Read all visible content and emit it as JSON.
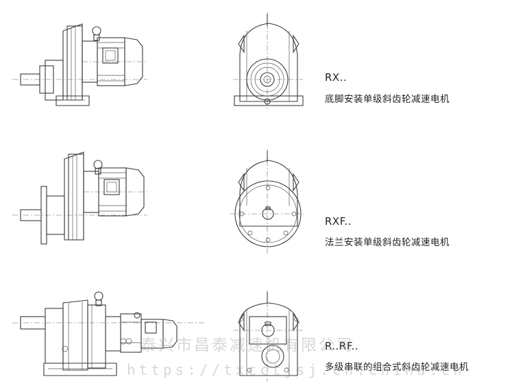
{
  "diagrams": [
    {
      "model": "RX..",
      "description": "底脚安装单级斜齿轮减速电机"
    },
    {
      "model": "RXF..",
      "description": "法兰安装单级斜齿轮减速电机"
    },
    {
      "model": "R..RF..",
      "description": "多级串联的组合式斜齿轮减速电机"
    }
  ],
  "watermark": {
    "company": "泰兴市昌泰减速机有限公司",
    "url": "https://txcctjsj.cn.china.cn"
  }
}
